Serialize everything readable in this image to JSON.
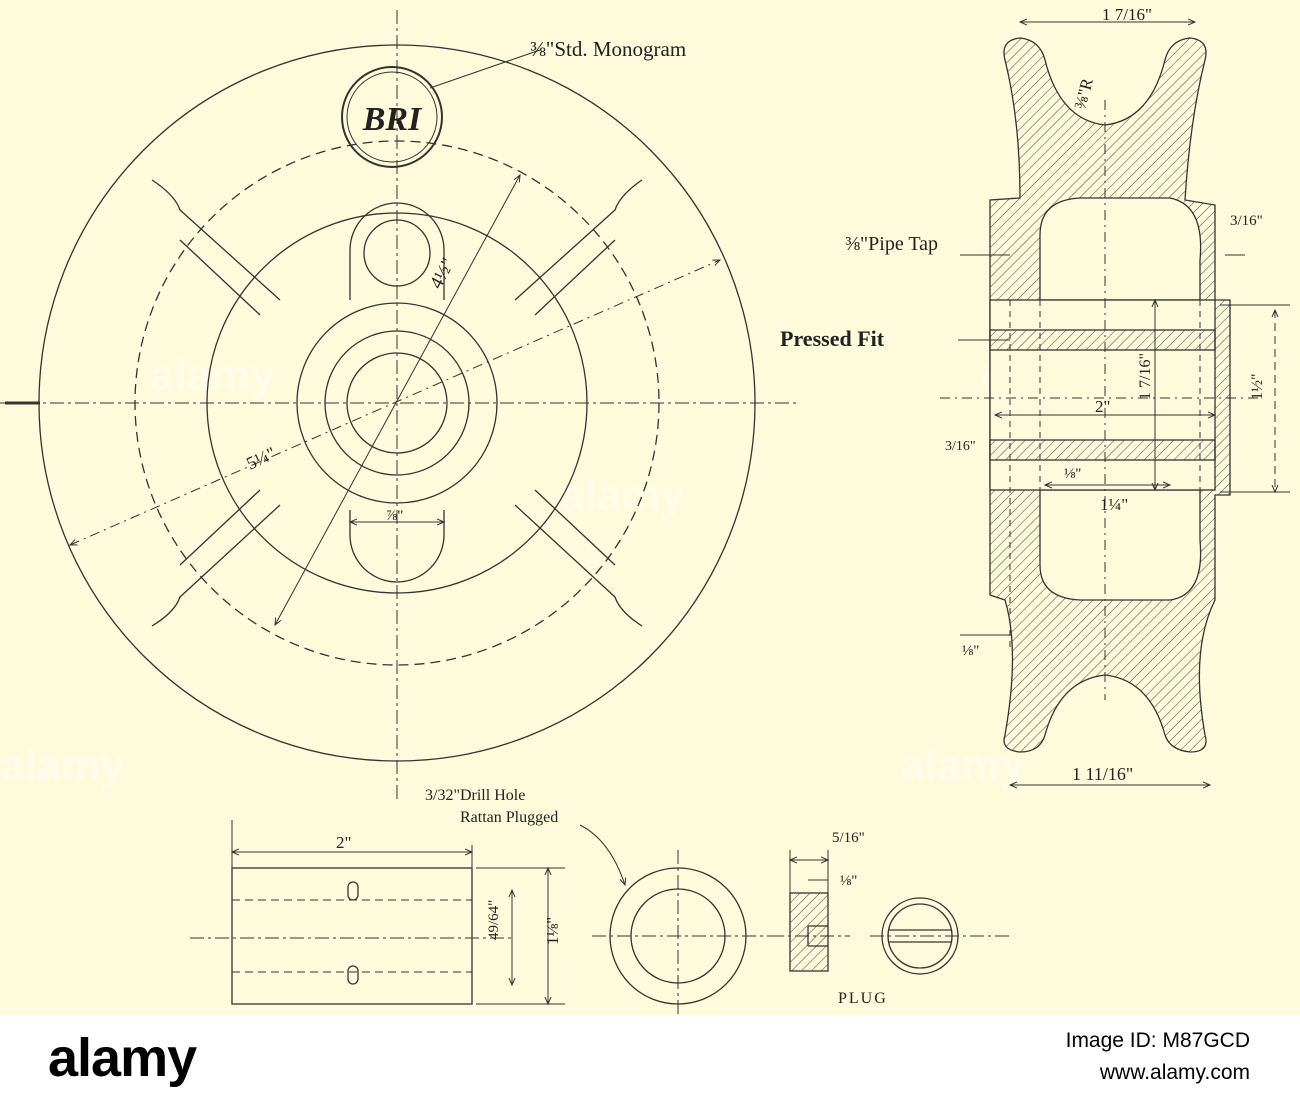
{
  "monogram_note": "⅜\"Std. Monogram",
  "monogram_letters": "BRI",
  "front_view": {
    "dim_diagonal": "4½\"",
    "dim_outer": "5¼\"",
    "dim_slot": "⅞\""
  },
  "section_view": {
    "dim_top": "1 7/16\"",
    "dim_radius": "⅜\"R",
    "pipe_tap": "⅜\"Pipe Tap",
    "pressed_fit": "Pressed Fit",
    "dim_3_16_right": "3/16\"",
    "dim_3_16_left": "3/16\"",
    "dim_bore": "1 7/16\"",
    "dim_2": "2\"",
    "dim_1_8_mid": "⅛\"",
    "dim_1_1_4": "1¼\"",
    "dim_1_8_low": "⅛\"",
    "dim_right": "1½\"",
    "dim_bottom": "1 11/16\""
  },
  "bushing": {
    "dim_length": "2\"",
    "dim_49_64": "49/64\"",
    "dim_1_1_8": "1⅛\"",
    "drill_note_line1": "3/32\"Drill Hole",
    "drill_note_line2": "Rattan Plugged"
  },
  "plug": {
    "dim_5_16": "5/16\"",
    "dim_1_8": "⅛\"",
    "label": "PLUG"
  },
  "watermark": "alamy",
  "footer": {
    "brand": "alamy",
    "image_id": "Image ID: M87GCD",
    "site": "www.alamy.com"
  }
}
